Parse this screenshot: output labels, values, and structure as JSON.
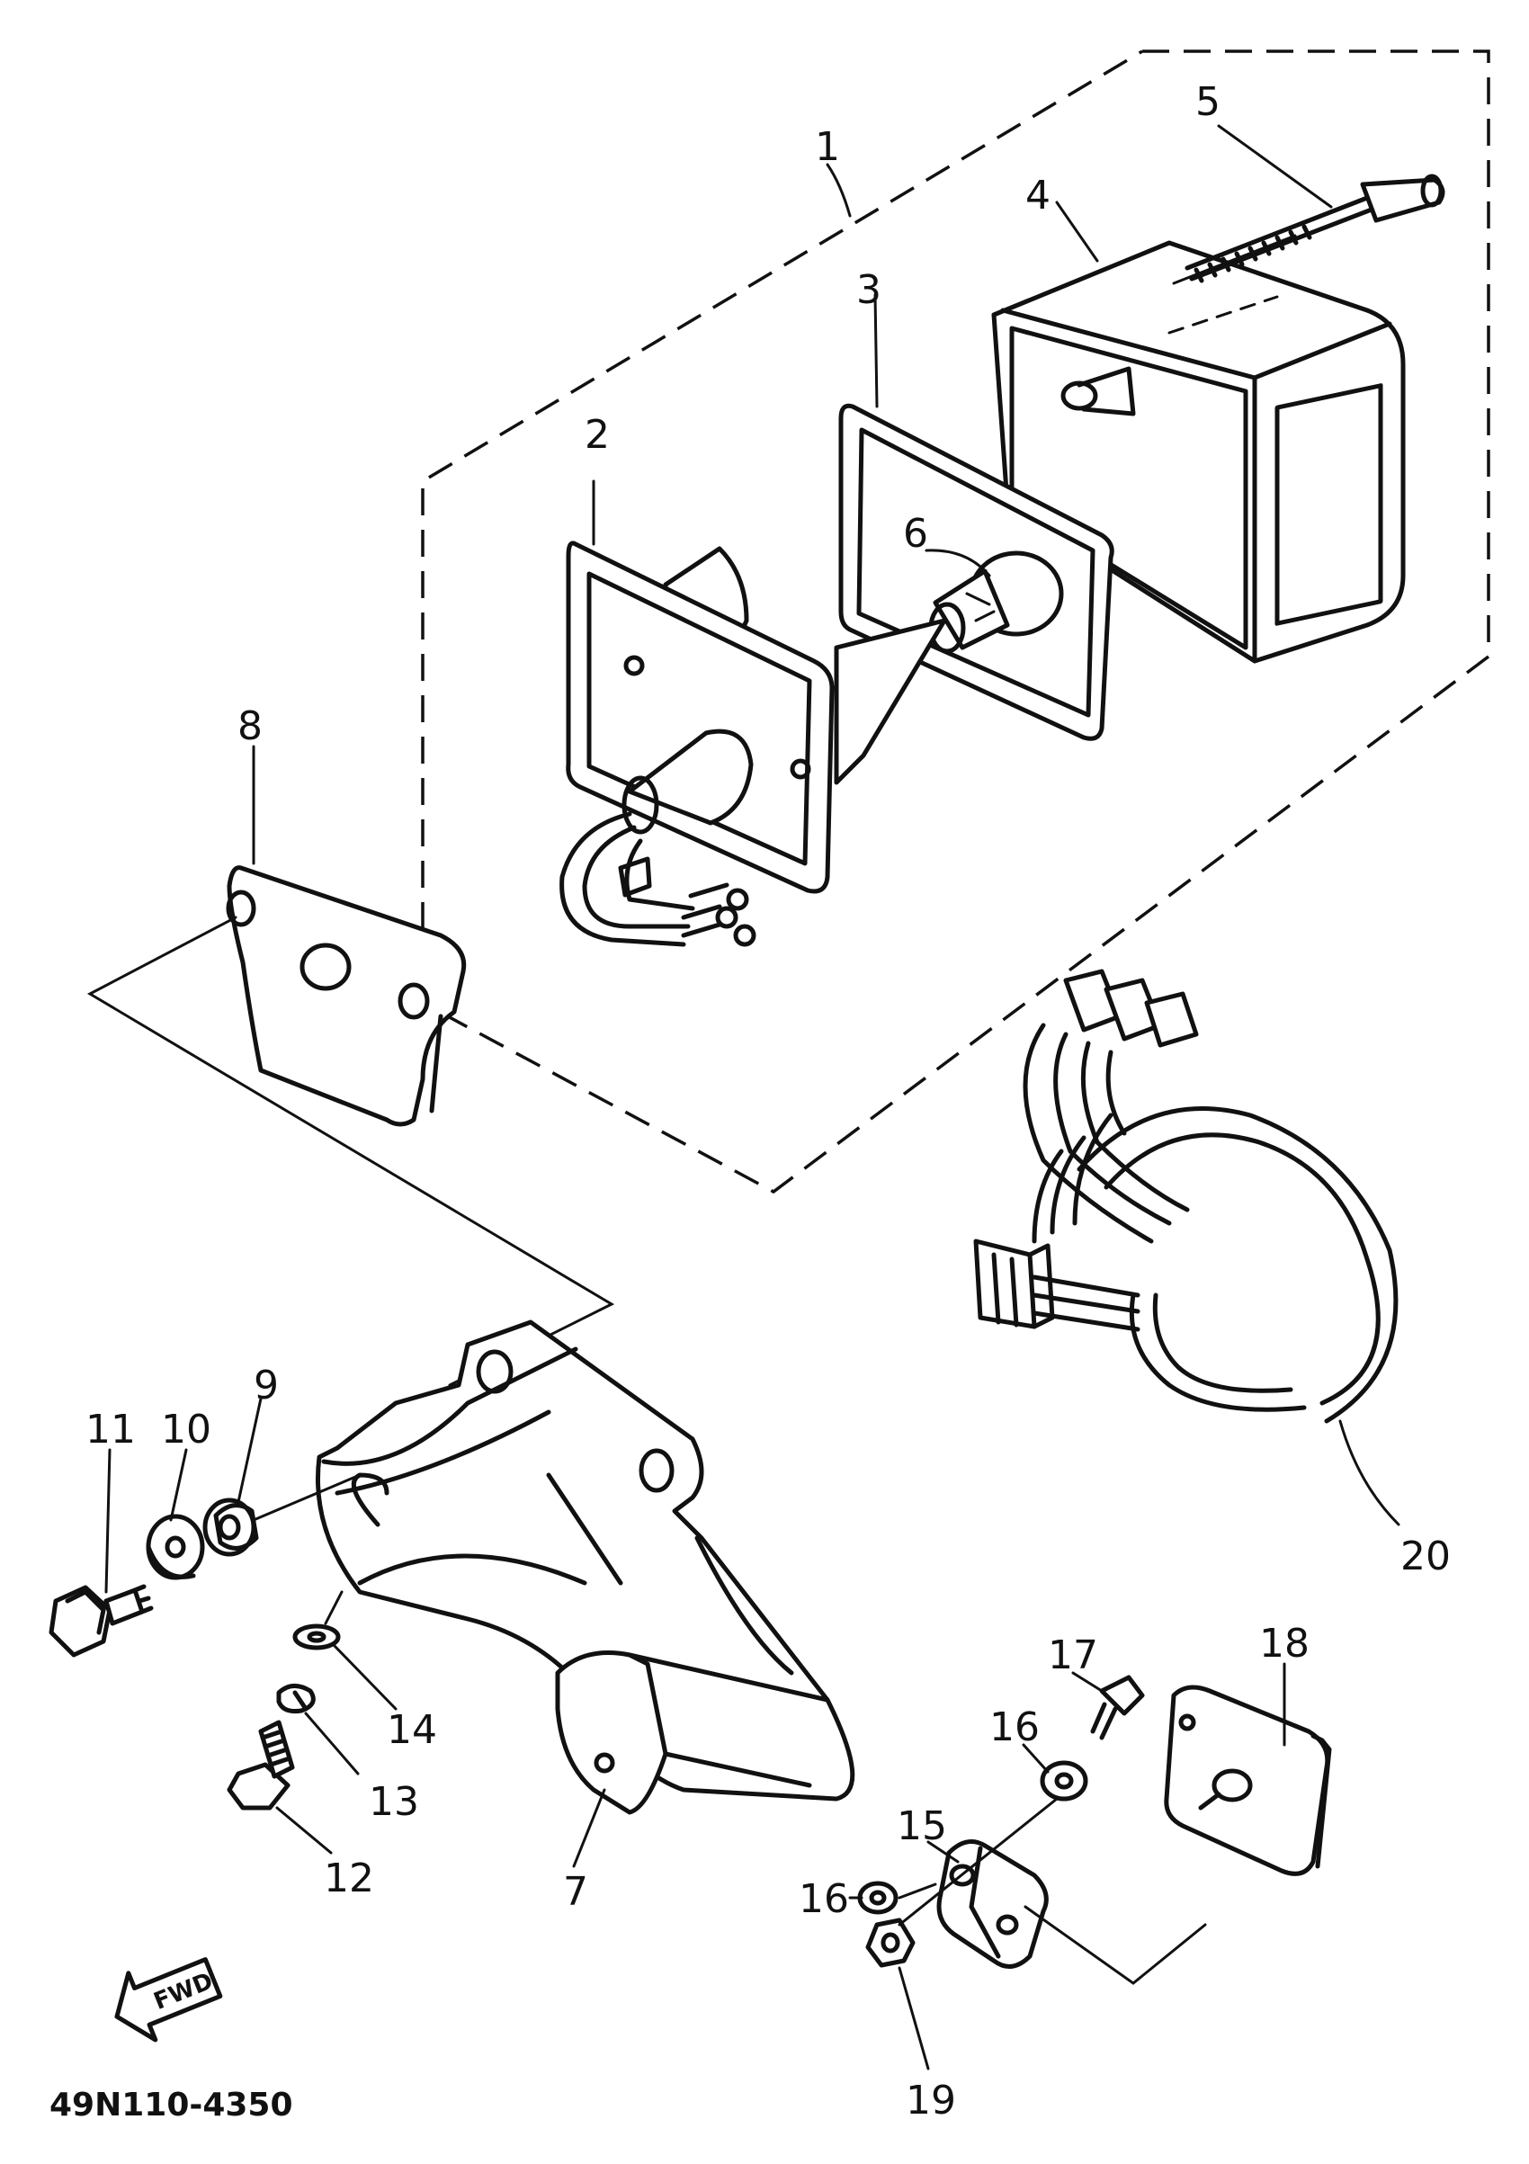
{
  "diagram": {
    "part_number": "49N110-4350",
    "direction_label": "FWD",
    "callouts": [
      "1",
      "2",
      "3",
      "4",
      "5",
      "6",
      "7",
      "8",
      "9",
      "10",
      "11",
      "12",
      "13",
      "14",
      "15",
      "16",
      "16",
      "17",
      "18",
      "19",
      "20"
    ]
  }
}
